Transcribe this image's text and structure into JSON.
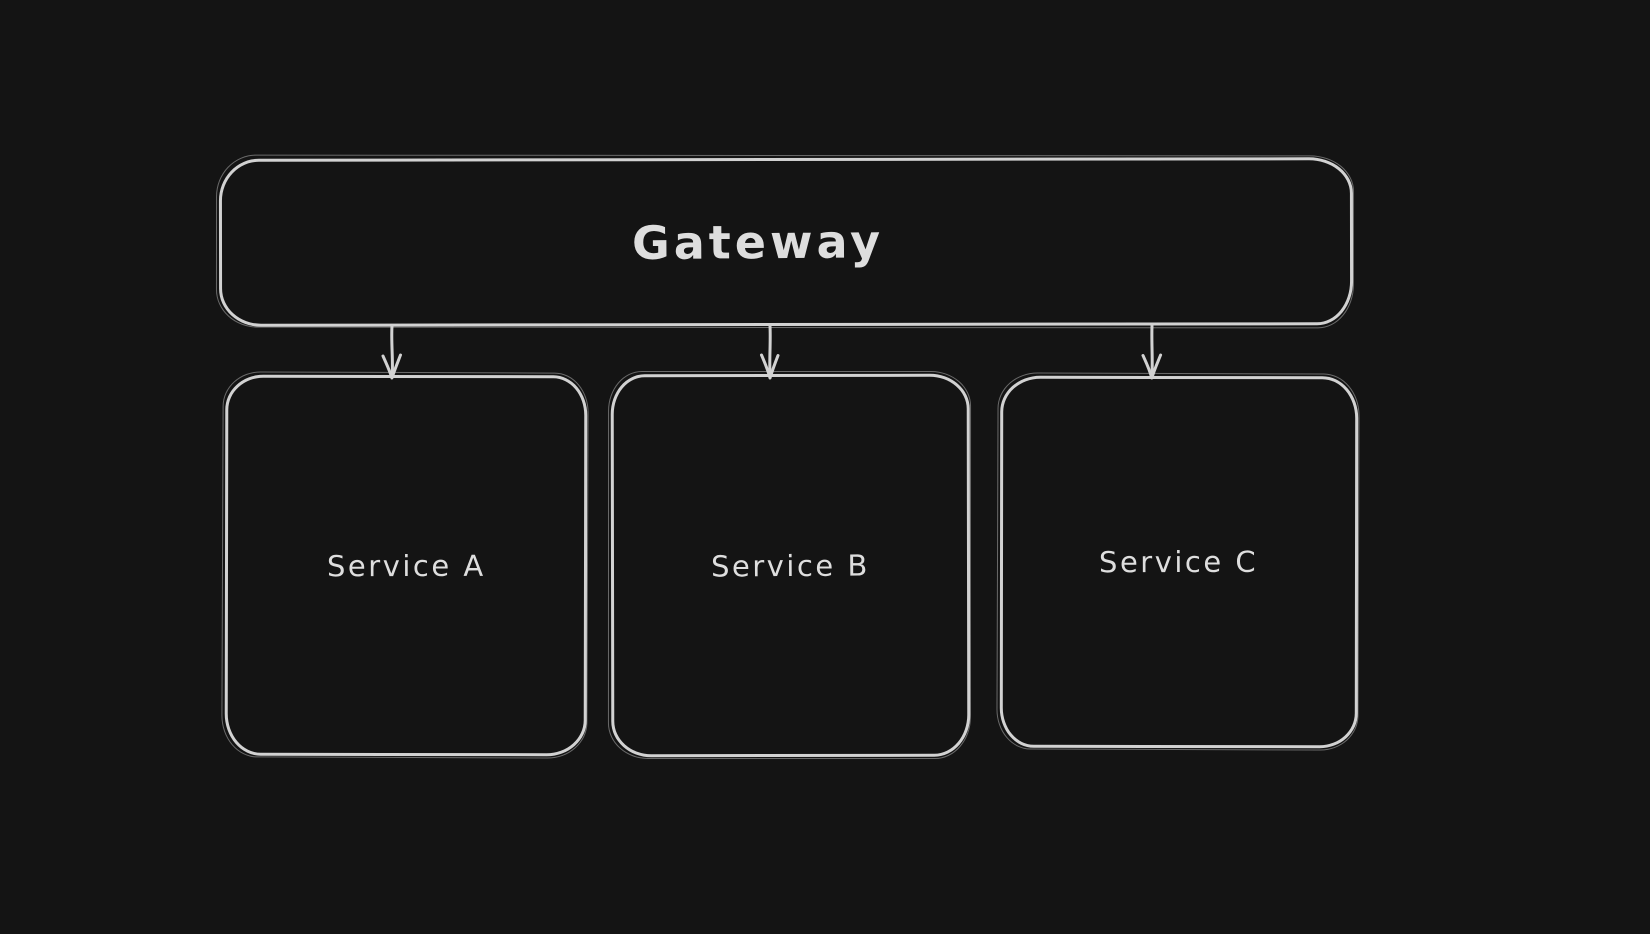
{
  "canvas": {
    "background_color": "#141414",
    "stroke_color": "#d2d2d2",
    "text_color": "#dedede",
    "style": "hand-drawn-sketch"
  },
  "diagram": {
    "type": "architecture-flow",
    "nodes": [
      {
        "id": "gateway",
        "label": "Gateway",
        "shape": "rounded-rectangle",
        "row": "top"
      },
      {
        "id": "service-a",
        "label": "Service A",
        "shape": "rounded-rectangle",
        "row": "bottom"
      },
      {
        "id": "service-b",
        "label": "Service B",
        "shape": "rounded-rectangle",
        "row": "bottom"
      },
      {
        "id": "service-c",
        "label": "Service C",
        "shape": "rounded-rectangle",
        "row": "bottom"
      }
    ],
    "edges": [
      {
        "from": "gateway",
        "to": "service-a",
        "direction": "down",
        "arrowhead": "open-v"
      },
      {
        "from": "gateway",
        "to": "service-b",
        "direction": "down",
        "arrowhead": "open-v"
      },
      {
        "from": "gateway",
        "to": "service-c",
        "direction": "down",
        "arrowhead": "open-v"
      }
    ]
  }
}
